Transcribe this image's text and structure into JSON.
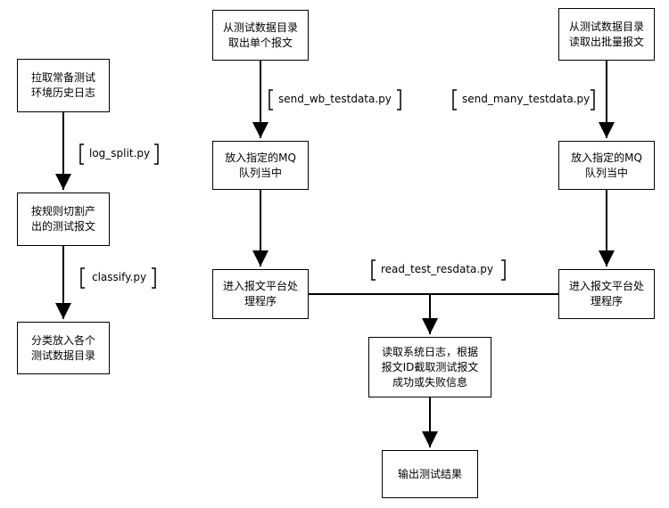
{
  "nodes": {
    "get_history_log": "拉取常备测试\n环境历史日志",
    "split_messages": "按规则切割产\n出的测试报文",
    "classify_to_dirs": "分类放入各个\n测试数据目录",
    "single_from_dir": "从测试数据目录\n取出单个报文",
    "mq_left": "放入指定的MQ\n队列当中",
    "platform_left": "进入报文平台处\n理程序",
    "batch_from_dir": "从测试数据目录\n读取出批量报文",
    "mq_right": "放入指定的MQ\n队列当中",
    "platform_right": "进入报文平台处\n理程序",
    "read_system_log": "读取系统日志，根据\n报文ID截取测试报文\n成功或失败信息",
    "output_results": "输出测试结果"
  },
  "annotations": {
    "log_split": "log_split.py",
    "classify": "classify.py",
    "send_wb": "send_wb_testdata.py",
    "send_many": "send_many_testdata.py",
    "read_test": "read_test_resdata.py"
  }
}
